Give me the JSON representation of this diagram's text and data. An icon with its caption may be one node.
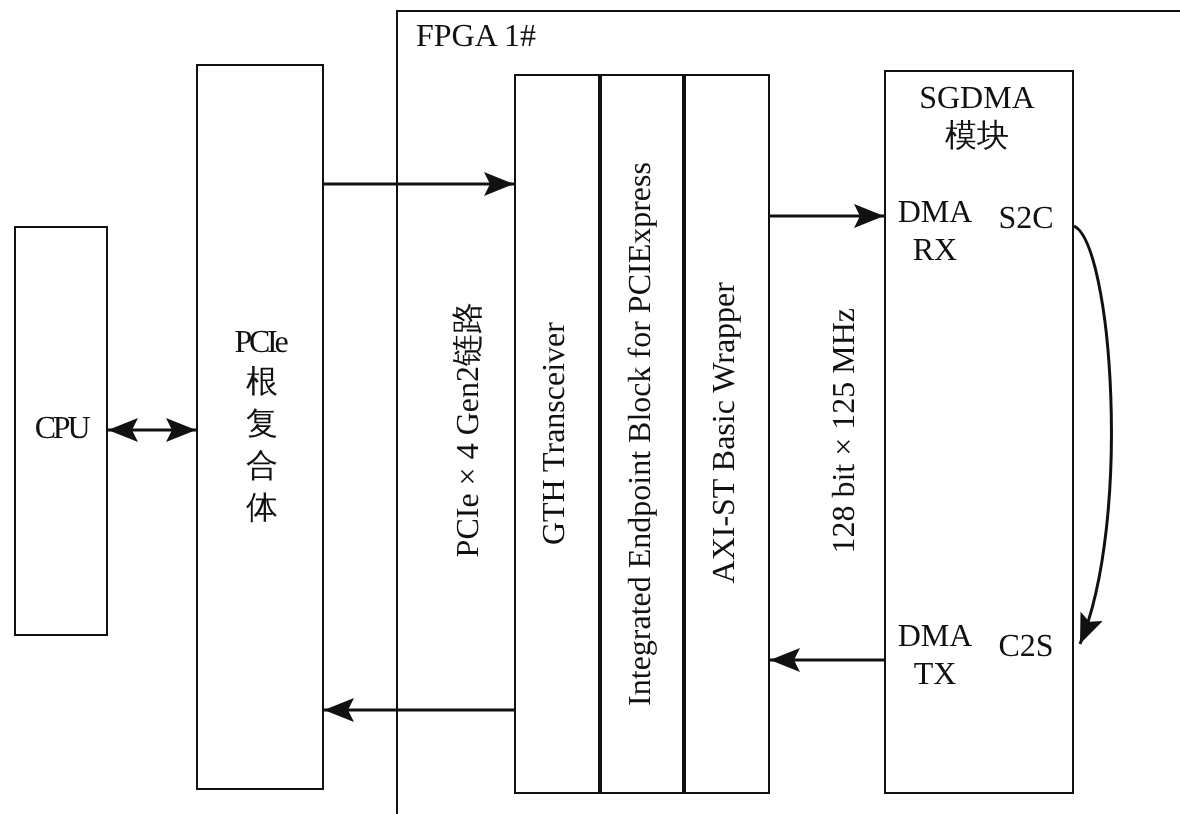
{
  "diagram": {
    "nodes": [
      {
        "text": [
          "CPU"
        ]
      },
      {
        "text": [
          "PCIe 根复合体"
        ]
      },
      {
        "text": [
          "FPGA 1#"
        ]
      },
      {
        "text": [
          "GTH Transceiver"
        ],
        "in": 2
      },
      {
        "text": [
          "Integrated Endpoint Block for PCIExpress"
        ],
        "in": 2
      },
      {
        "text": [
          "AXI-ST Basic Wrapper"
        ],
        "in": 2
      },
      {
        "text": [
          "SGDMA 模块",
          "DMA RX",
          "DMA TX"
        ],
        "in": 2
      },
      {
        "text": [
          "S2C"
        ],
        "in": 6
      },
      {
        "text": [
          "C2S"
        ],
        "in": 6
      }
    ],
    "edges": [
      {
        "from": 0,
        "to": 1,
        "arrow": "both"
      },
      {
        "from": 1,
        "to": 3,
        "arrow": "to"
      },
      {
        "from": 3,
        "to": 1,
        "arrow": "to"
      },
      {
        "from": 5,
        "to": 6,
        "arrow": "to"
      },
      {
        "from": 6,
        "to": 5,
        "arrow": "to"
      },
      {
        "from": 7,
        "to": 8,
        "arrow": "to"
      }
    ],
    "labels": [
      "PCIe × 4 Gen2链路",
      "128 bit × 125 MHz"
    ]
  }
}
